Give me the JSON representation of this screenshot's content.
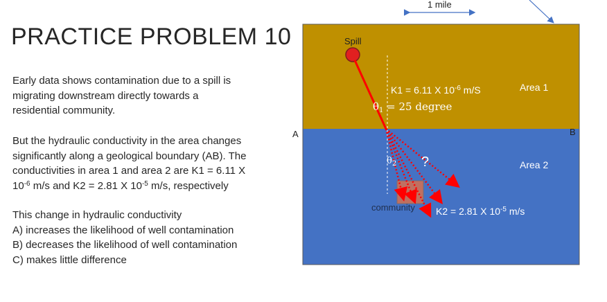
{
  "title": "PRACTICE PROBLEM 10",
  "paragraph1": {
    "line1": "Early data shows contamination due to a spill is",
    "line2": "migrating downstream directly towards a",
    "line3": "residential community."
  },
  "paragraph2": {
    "line1": "But the hydraulic conductivity in the area changes",
    "line2": "significantly along a geological boundary (AB). The",
    "line3": "conductivities in area 1 and area 2 are K1 = 6.11 X",
    "line4_a": "10",
    "line4_exp1": "-6",
    "line4_b": " m/s and K2 = 2.81 X 10",
    "line4_exp2": "-5",
    "line4_c": " m/s, respectively"
  },
  "question": {
    "stem": "This change in hydraulic conductivity",
    "options": [
      "A)  increases the likelihood of well contamination",
      "B)  decreases the likelihood of well contamination",
      "C)  makes little difference"
    ]
  },
  "diagram": {
    "scale_label": "1 mile",
    "spill_label": "Spill",
    "point_a": "A",
    "point_b": "B",
    "area1_label": "Area 1",
    "area2_label": "Area 2",
    "k1_base": "K1 = 6.11 X 10",
    "k1_exp": "-6",
    "k1_unit": " m/S",
    "theta1_symbol": "θ",
    "theta1_sub": "1",
    "theta1_value": " = 25 degree",
    "theta2_symbol": "θ",
    "theta2_sub": "2",
    "question_mark": "?",
    "community_label": "community",
    "k2_base": "K2 = 2.81 X 10",
    "k2_exp": "-5",
    "k2_unit": " m/s",
    "colors": {
      "area1": "#BF9000",
      "area2": "#4472C4",
      "spill": "#E02020",
      "arrow": "#FF0000",
      "community": "#C07060"
    }
  }
}
